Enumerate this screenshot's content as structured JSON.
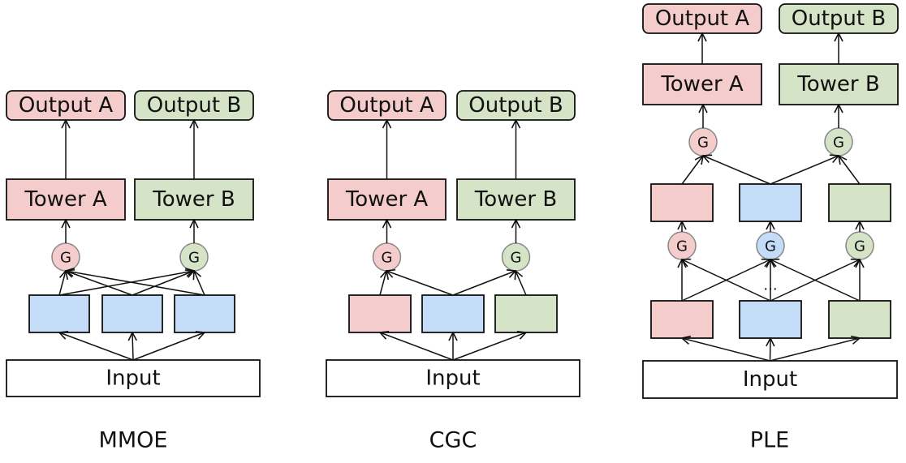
{
  "colors": {
    "task_a": "#f5cccc",
    "task_b": "#d5e3c7",
    "expert_shared": "#c4dcf8",
    "input": "#ffffff",
    "line": "#111111"
  },
  "diagrams": [
    {
      "id": "mmoe",
      "caption": "MMOE",
      "input_label": "Input",
      "gate_label": "G",
      "gate_a_color": "task_a",
      "gate_b_color": "task_b",
      "tower_a_label": "Tower A",
      "tower_b_label": "Tower B",
      "output_a_label": "Output A",
      "output_b_label": "Output B",
      "experts": [
        "expert_shared",
        "expert_shared",
        "expert_shared"
      ]
    },
    {
      "id": "cgc",
      "caption": "CGC",
      "input_label": "Input",
      "gate_label": "G",
      "gate_a_color": "task_a",
      "gate_b_color": "task_b",
      "tower_a_label": "Tower A",
      "tower_b_label": "Tower B",
      "output_a_label": "Output A",
      "output_b_label": "Output B",
      "experts": [
        "task_a",
        "expert_shared",
        "task_b"
      ]
    },
    {
      "id": "ple",
      "caption": "PLE",
      "input_label": "Input",
      "gate_label": "G",
      "ellipsis": "...",
      "tower_a_label": "Tower A",
      "tower_b_label": "Tower B",
      "output_a_label": "Output A",
      "output_b_label": "Output B",
      "experts_lower": [
        "task_a",
        "expert_shared",
        "task_b"
      ],
      "experts_upper": [
        "task_a",
        "expert_shared",
        "task_b"
      ],
      "gates_lower": [
        "task_a",
        "expert_shared",
        "task_b"
      ],
      "gates_upper": [
        "task_a",
        "task_b"
      ]
    }
  ]
}
